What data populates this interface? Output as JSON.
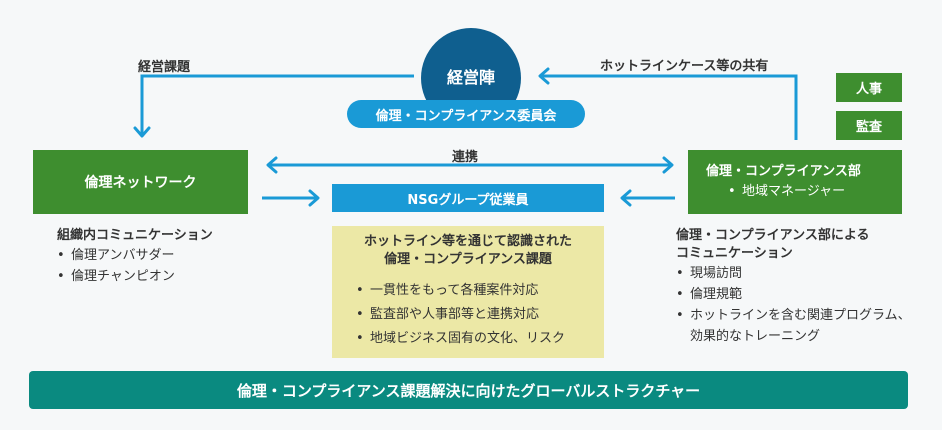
{
  "top": {
    "management_label": "経営陣",
    "committee_label": "倫理・コンプライアンス委員会",
    "left_arrow_label": "経営課題",
    "right_arrow_label": "ホットラインケース等の共有"
  },
  "side_boxes": [
    "人事",
    "監査"
  ],
  "left": {
    "box_label": "倫理ネットワーク",
    "comm_title": "組織内コミュニケーション",
    "comm_items": [
      "倫理アンバサダー",
      "倫理チャンピオン"
    ]
  },
  "center": {
    "link_label": "連携",
    "employees_label": "NSGグループ従業員",
    "issues_title_1": "ホットライン等を通じて認識された",
    "issues_title_2": "倫理・コンプライアンス課題",
    "issues_items": [
      "一貫性をもって各種案件対応",
      "監査部や人事部等と連携対応",
      "地域ビジネス固有の文化、リスク"
    ]
  },
  "right": {
    "box_title": "倫理・コンプライアンス部",
    "box_item": "地域マネージャー",
    "comm_title_1": "倫理・コンプライアンス部による",
    "comm_title_2": "コミュニケーション",
    "comm_items": [
      "現場訪問",
      "倫理規範",
      "ホットラインを含む関連プログラム、"
    ],
    "comm_item_cont": "効果的なトレーニング"
  },
  "footer": {
    "label": "倫理・コンプライアンス課題解決に向けたグローバルストラクチャー"
  },
  "colors": {
    "green": "#3e8e2f",
    "blue": "#1a9ad6",
    "navy": "#0f5f8f",
    "teal": "#0a8a80",
    "yellow": "#ece8a6"
  }
}
